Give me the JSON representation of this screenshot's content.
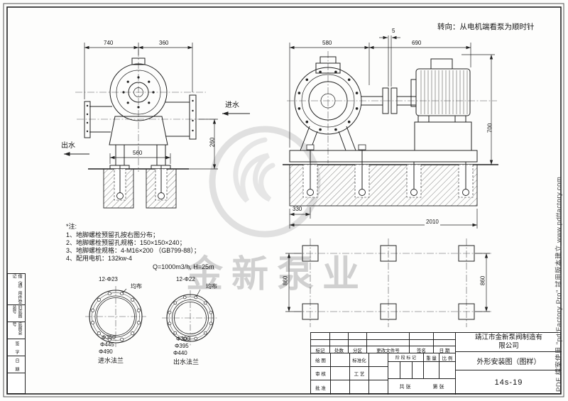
{
  "page": {
    "rotation_note": "转向：从电机端看泵为顺时针",
    "pdf_watermark": "PDF 檔案使用 \"pdfFactory Pro\" 試用版本建立           www.pdffactory.com",
    "brand_watermark": "金新泵业"
  },
  "front_view": {
    "dim_top_left": "740",
    "dim_top_right": "360",
    "dim_base": "560",
    "dim_height": "260",
    "inlet_label": "进水",
    "outlet_label": "出水"
  },
  "side_view": {
    "dim_pump": "580",
    "dim_motor": "690",
    "dim_gap": "5",
    "dim_height": "700",
    "dim_offset": "330",
    "dim_total": "2010"
  },
  "notes": {
    "title": "*注:",
    "line1": "1、地脚螺栓预留孔按右图分布；",
    "line2": "2、地脚螺栓预留孔规格：150×150×240；",
    "line3": "3、地脚螺栓规格：4-M16×200 （GB799-88）；",
    "line4": "4、配用电机：132kw-4",
    "duty": "Q=1000m3/h, H=25m"
  },
  "inlet_flange": {
    "holes": "12-Φ23",
    "spacing": "均布",
    "d1": "Φ350",
    "d2": "Φ445",
    "d3": "Φ490",
    "caption": "进水法兰"
  },
  "outlet_flange": {
    "holes": "12-Φ22",
    "spacing": "均布",
    "d1": "Φ300",
    "d2": "Φ395",
    "d3": "Φ440",
    "caption": "出水法兰"
  },
  "foundation_plan": {
    "dim_row_left": "860",
    "dim_row_right": "860"
  },
  "left_panel": {
    "row1": "借（通）用件登记",
    "row2": "旧底图总号",
    "row3": "底图总号",
    "row4": "签  字",
    "row5": "日  期"
  },
  "title_block": {
    "company": "靖江市金新泵阀制造有限公司",
    "drawing_title": "外形安装图（图样）",
    "drawing_number": "14s-19",
    "rev_headers": [
      "标记",
      "处数",
      "分区",
      "更改文件号",
      "签名",
      "日 期"
    ],
    "sig_labels": {
      "r1c1": "绘 图",
      "r1c2": "标准化",
      "r2c1": "审 核",
      "r2c2": "工 艺",
      "r3c1": "批 准"
    },
    "stage_header": "阶 段 标 记",
    "weight_header": "重 量",
    "scale_header": "比 例",
    "sheet_total": "共  张",
    "sheet_no": "第  张"
  }
}
